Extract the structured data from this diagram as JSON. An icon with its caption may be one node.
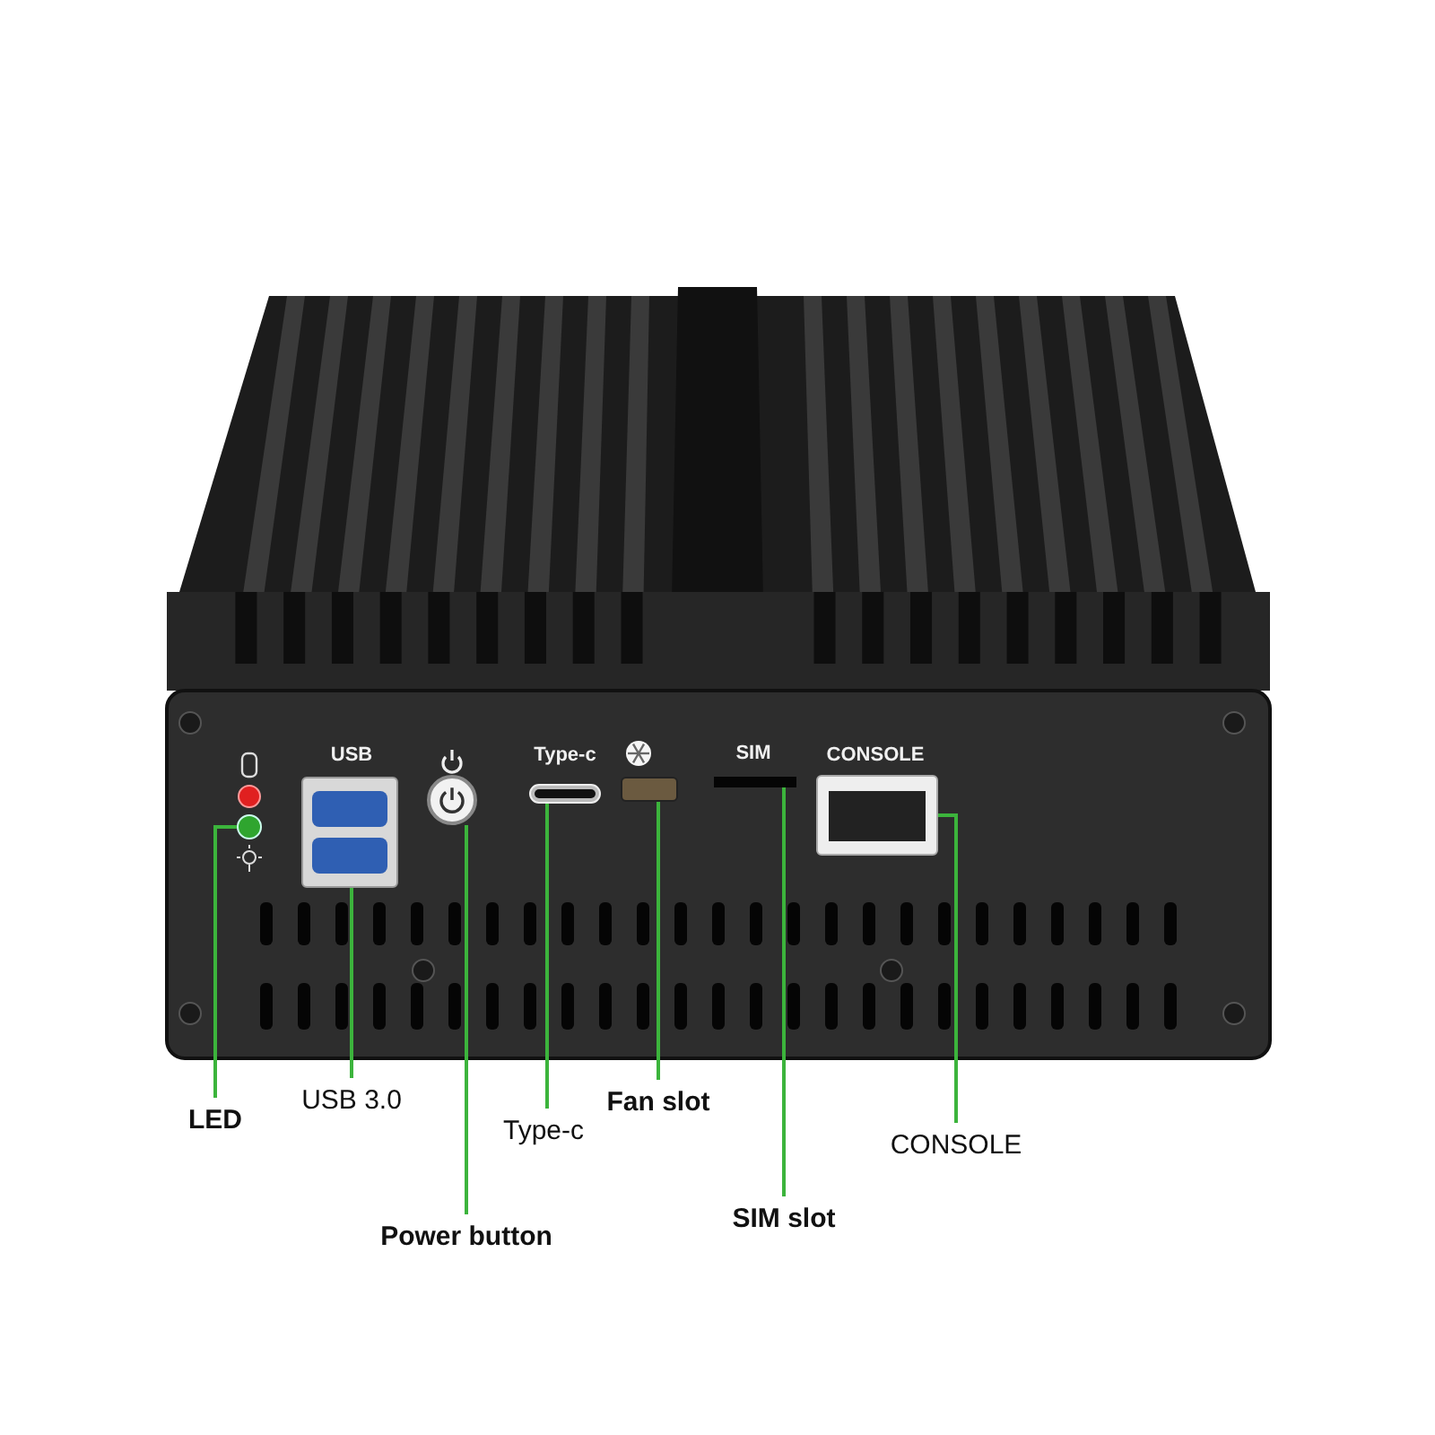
{
  "diagram": {
    "nodes": [
      {
        "text": [
          "LED"
        ]
      },
      {
        "text": [
          "USB 3.0"
        ]
      },
      {
        "text": [
          "Power button"
        ]
      },
      {
        "text": [
          "Type-c"
        ]
      },
      {
        "text": [
          "Fan slot"
        ]
      },
      {
        "text": [
          "SIM slot"
        ]
      },
      {
        "text": [
          "CONSOLE"
        ]
      },
      {
        "text": [],
        "shape": "circle"
      },
      {
        "text": [],
        "shape": "box"
      },
      {
        "text": [],
        "shape": "circle"
      },
      {
        "text": [],
        "shape": "box"
      },
      {
        "text": [],
        "shape": "box"
      },
      {
        "text": [],
        "shape": "bar"
      },
      {
        "text": [],
        "shape": "box"
      }
    ],
    "edges": [
      {
        "from": 0,
        "to": 7,
        "arrow": "none"
      },
      {
        "from": 1,
        "to": 8,
        "arrow": "none"
      },
      {
        "from": 2,
        "to": 9,
        "arrow": "none"
      },
      {
        "from": 3,
        "to": 10,
        "arrow": "none"
      },
      {
        "from": 4,
        "to": 11,
        "arrow": "none"
      },
      {
        "from": 5,
        "to": 12,
        "arrow": "none"
      },
      {
        "from": 6,
        "to": 13,
        "arrow": "none"
      }
    ],
    "labels": [
      "USB",
      "Type-c",
      "SIM",
      "CONSOLE"
    ]
  }
}
